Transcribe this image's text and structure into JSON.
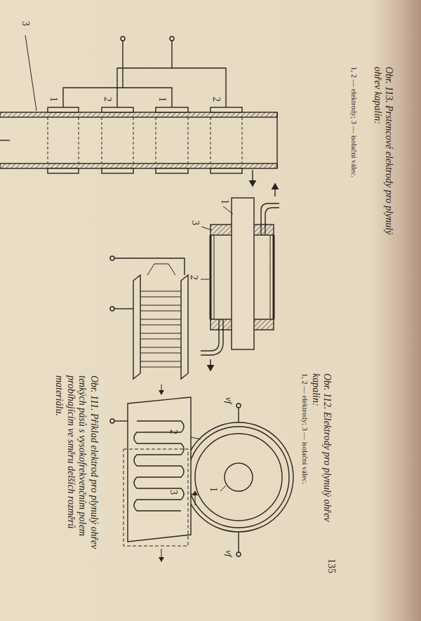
{
  "diagram": {
    "labels": [
      "3",
      "1",
      "2",
      "1",
      "2",
      "1",
      "2",
      "3",
      "vf",
      "vf",
      "1",
      "2",
      "3",
      "Obr. 113. Prstencové elektrody pro plynulý ohřev kapalin:",
      "1, 2 — elektrody; 3 — isolační válec.",
      "Obr. 112. Elektrody pro plynulý ohřev kapalin:",
      "1, 2 — elektrody; 3 — isolační válec.",
      "Obr. 111. Příklad elektrod pro plynulý ohřev tenkých pásů s vysokofrekvenčním polem probíhajícím ve směru delších rozměrů materiálu.",
      "135"
    ]
  }
}
